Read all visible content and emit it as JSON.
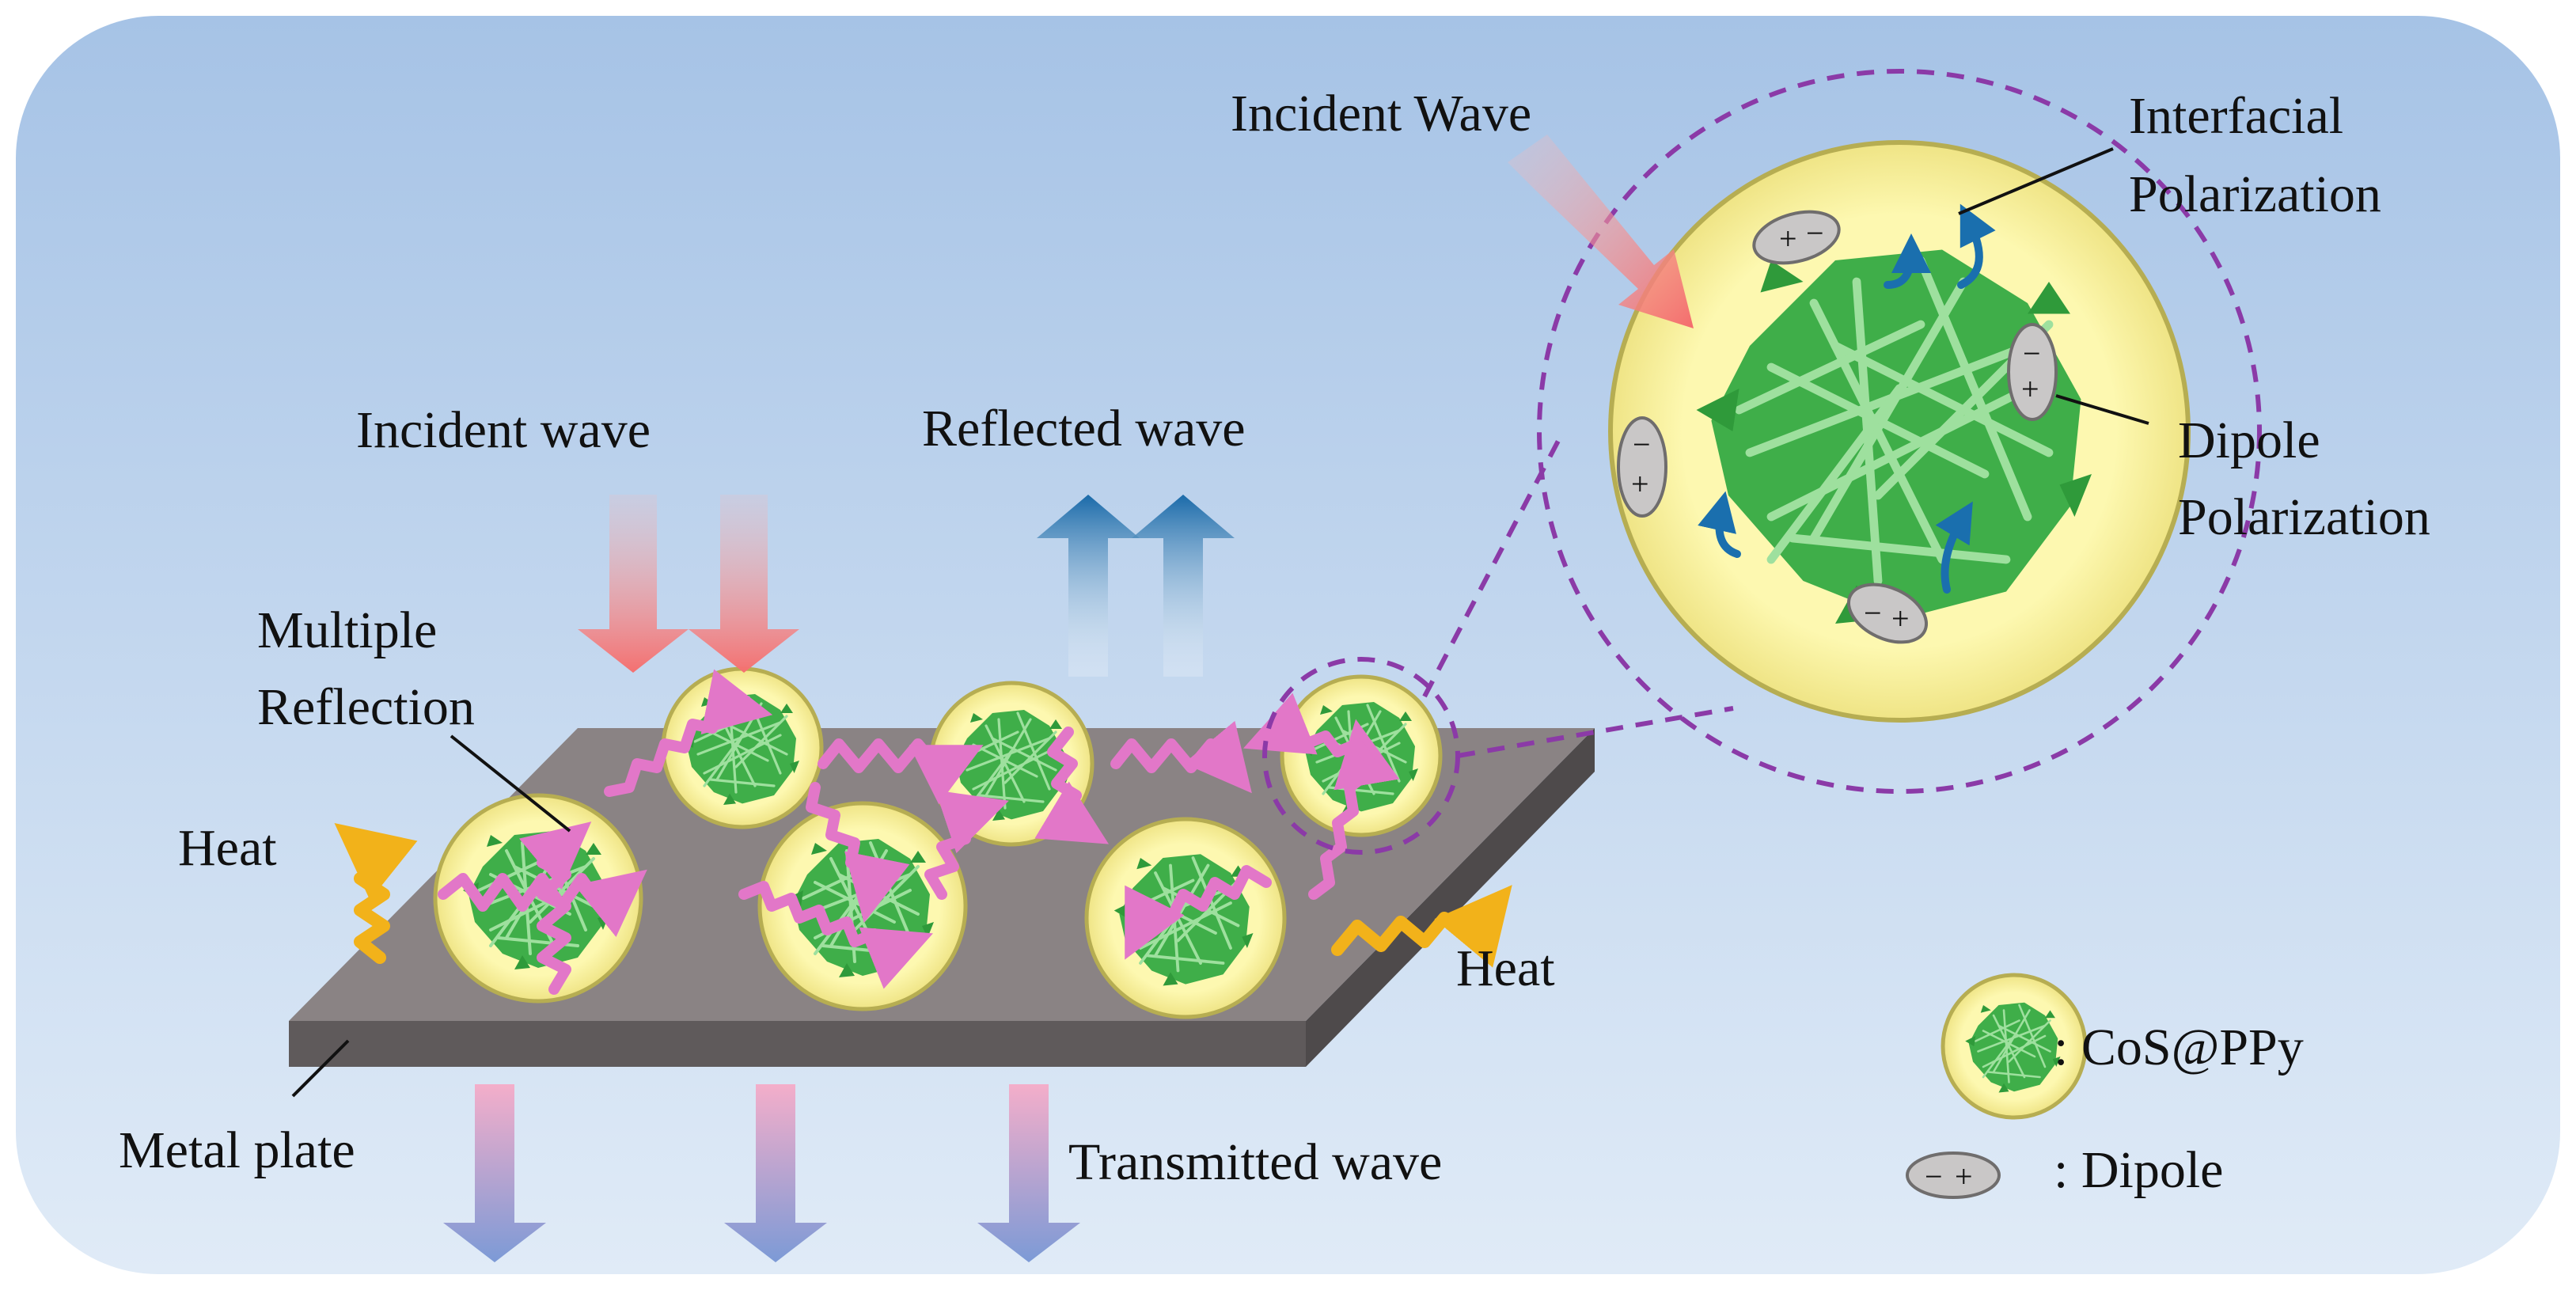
{
  "labels": {
    "incident_wave_top": "Incident Wave",
    "interfacial_polarization_line1": "Interfacial",
    "interfacial_polarization_line2": "Polarization",
    "dipole_polarization_line1": "Dipole",
    "dipole_polarization_line2": "Polarization",
    "incident_wave": "Incident wave",
    "reflected_wave": "Reflected wave",
    "multiple_reflection_line1": "Multiple",
    "multiple_reflection_line2": "Reflection",
    "heat_left": "Heat",
    "heat_right": "Heat",
    "metal_plate": "Metal plate",
    "transmitted_wave": "Transmitted wave"
  },
  "legend": {
    "particle_label": ": CoS@PPy",
    "dipole_label": ": Dipole"
  },
  "dipole_signs": {
    "plus": "+",
    "minus": "−"
  },
  "colors": {
    "background_top": "#a9c6e8",
    "background_bottom": "#dde9f6",
    "plate_top": "#8a8384",
    "plate_side": "#5f5a5b",
    "shell": "#fbf6a7",
    "shell_edge": "#b6ad52",
    "core": "#3fae49",
    "needles": "#8fd98f",
    "scatter_wave": "#e277c8",
    "heat_wave": "#f2b21a",
    "incident_arrow": "#f47f7f",
    "reflected_arrow": "#1a6fae",
    "transmitted_arrow": "#8aa5d8",
    "dashed_outline": "#8b3aa7",
    "polarization_arrow": "#1a6fae"
  }
}
